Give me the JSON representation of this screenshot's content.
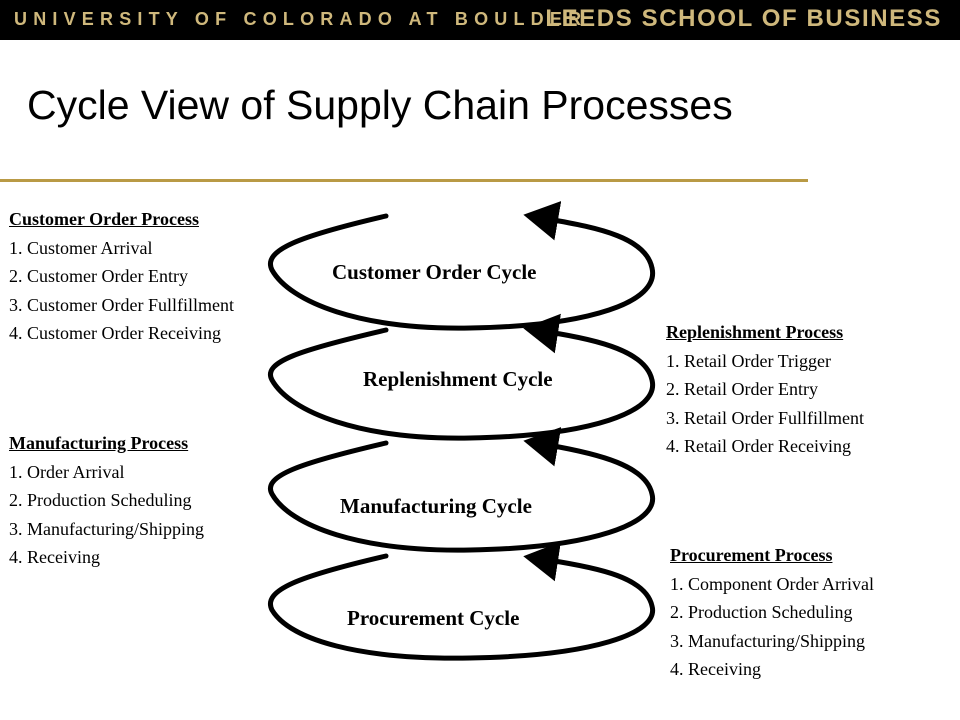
{
  "banner": {
    "university": "UNIVERSITY OF COLORADO AT BOULDER",
    "school": "LEEDS SCHOOL OF BUSINESS"
  },
  "title": "Cycle View of Supply Chain Processes",
  "colors": {
    "gold": "#cfb87c",
    "rule": "#b99a45",
    "banner": "#000000"
  },
  "cycles": [
    {
      "label": "Customer Order Cycle"
    },
    {
      "label": "Replenishment Cycle"
    },
    {
      "label": "Manufacturing Cycle"
    },
    {
      "label": "Procurement Cycle"
    }
  ],
  "processes": {
    "customer_order": {
      "heading": "Customer Order Process",
      "steps": [
        "1. Customer Arrival",
        "2. Customer Order Entry",
        "3. Customer Order Fullfillment",
        "4. Customer Order Receiving"
      ]
    },
    "replenishment": {
      "heading": "Replenishment Process",
      "steps": [
        "1. Retail Order Trigger",
        "2. Retail Order Entry",
        "3. Retail Order Fullfillment",
        "4. Retail Order Receiving"
      ]
    },
    "manufacturing": {
      "heading": "Manufacturing Process",
      "steps": [
        "1. Order Arrival",
        "2. Production Scheduling",
        "3. Manufacturing/Shipping",
        "4. Receiving"
      ]
    },
    "procurement": {
      "heading": "Procurement Process",
      "steps": [
        "1. Component Order Arrival",
        "2. Production Scheduling",
        "3. Manufacturing/Shipping",
        "4. Receiving"
      ]
    }
  }
}
